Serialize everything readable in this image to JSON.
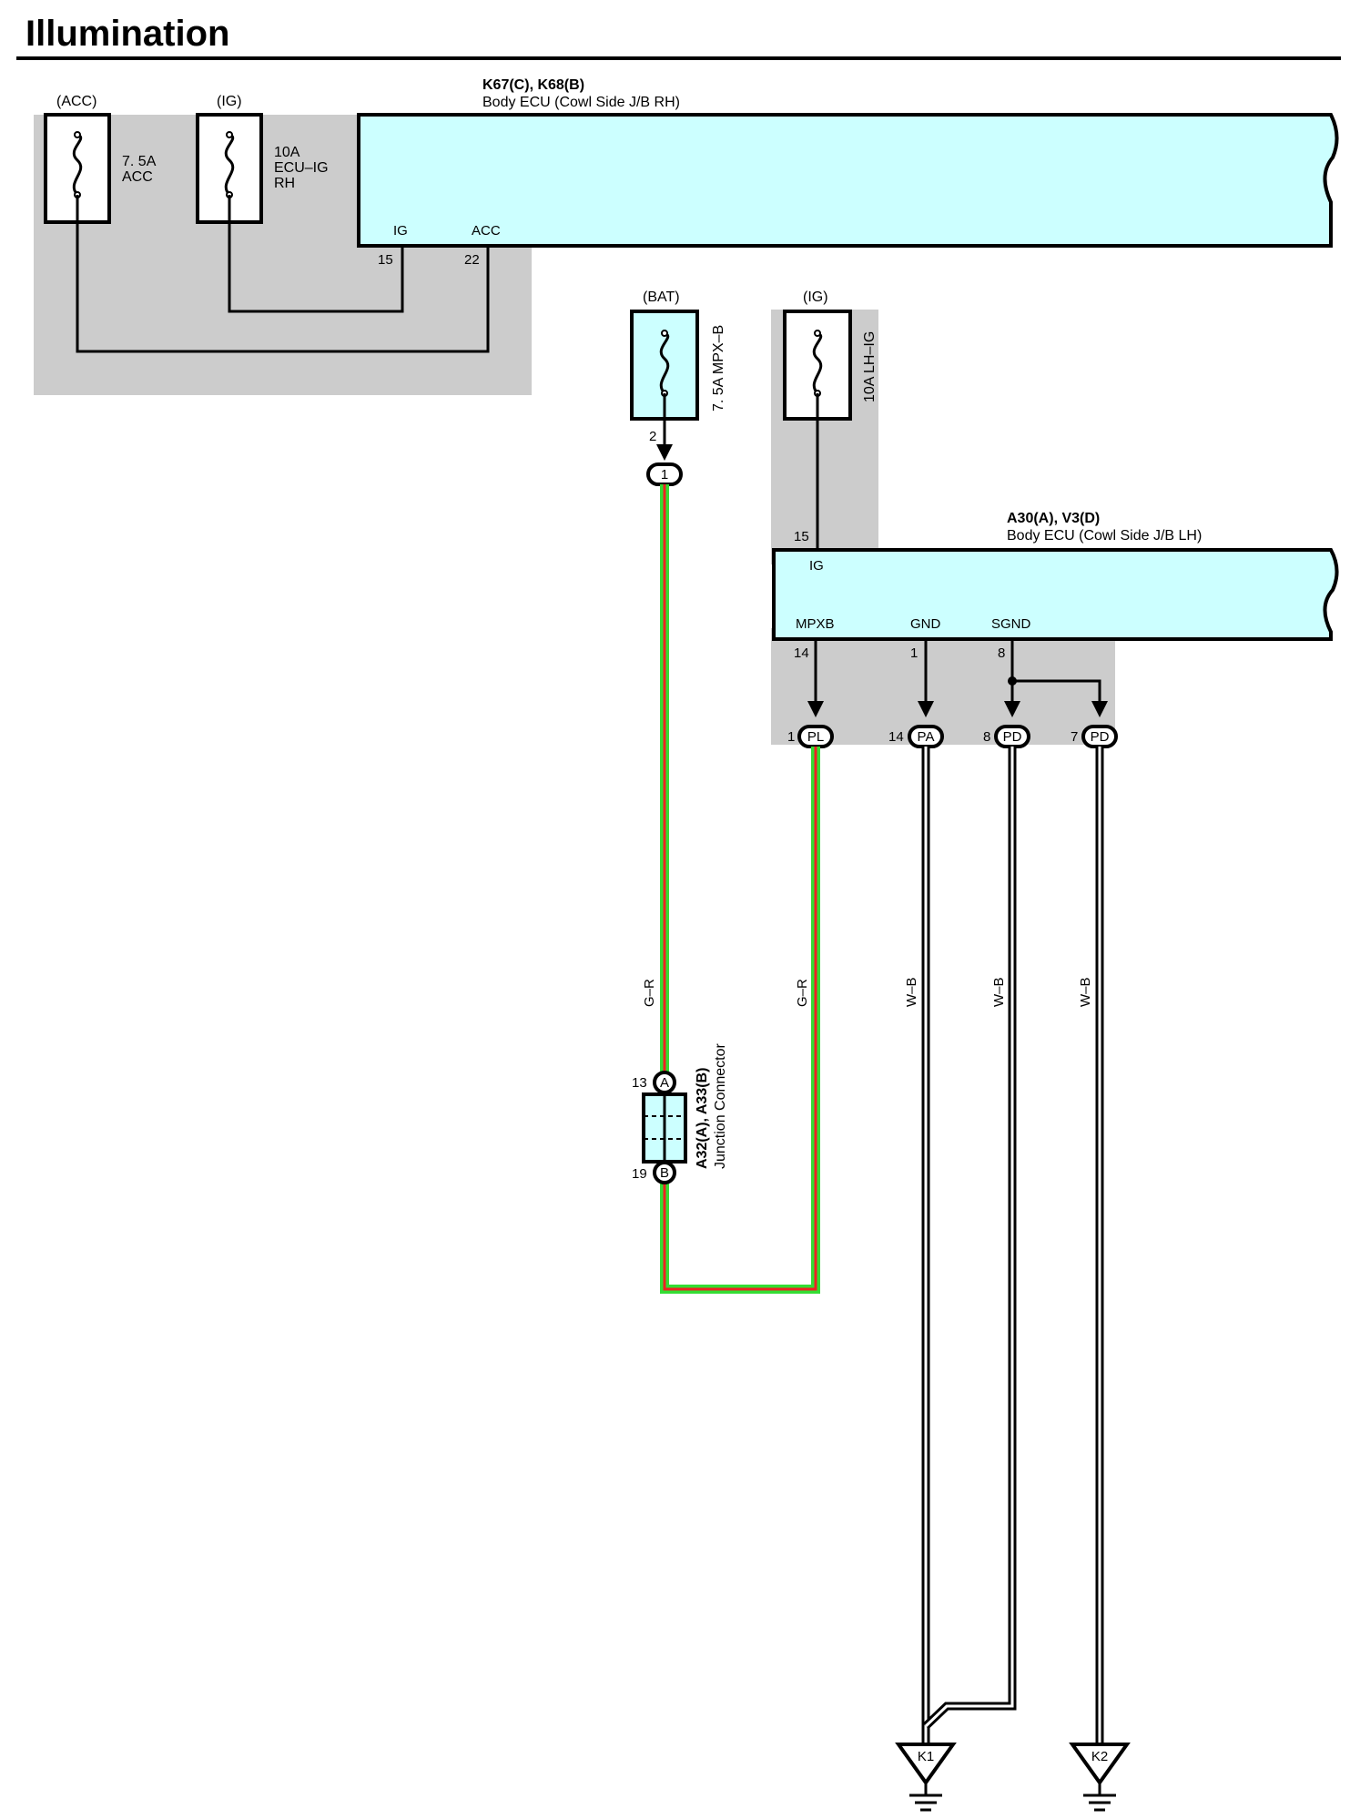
{
  "title": "Illumination",
  "ecu_rh": {
    "connector": "K67(C), K68(B)",
    "name": "Body ECU (Cowl Side J/B RH)",
    "pin_ig_label": "IG",
    "pin_acc_label": "ACC",
    "pin_ig_num": "15",
    "pin_acc_num": "22"
  },
  "ecu_lh": {
    "connector": "A30(A), V3(D)",
    "name": "Body ECU (Cowl Side J/B LH)",
    "pin_ig_label": "IG",
    "pin_ig_num": "15",
    "pin_mpxb_label": "MPXB",
    "pin_gnd_label": "GND",
    "pin_sgnd_label": "SGND",
    "pin_mpxb_num": "14",
    "pin_gnd_num": "1",
    "pin_sgnd_num": "8"
  },
  "fuses": {
    "acc": {
      "source": "(ACC)",
      "rating": "7. 5A",
      "name": "ACC"
    },
    "ecu_ig": {
      "source": "(IG)",
      "rating": "10A",
      "name_1": "ECU–IG",
      "name_2": "RH"
    },
    "mpx_b": {
      "source": "(BAT)",
      "label": "7. 5A MPX–B",
      "pin": "2"
    },
    "lh_ig": {
      "source": "(IG)",
      "label": "10A LH–IG"
    }
  },
  "connectors": {
    "c1": {
      "num": "1"
    },
    "pl": {
      "code": "PL",
      "pin": "1"
    },
    "pa": {
      "code": "PA",
      "pin": "14"
    },
    "pd8": {
      "code": "PD",
      "pin": "8"
    },
    "pd7": {
      "code": "PD",
      "pin": "7"
    }
  },
  "junction": {
    "name_1": "A32(A), A33(B)",
    "name_2": "Junction Connector",
    "pin_a_num": "13",
    "pin_a": "A",
    "pin_b_num": "19",
    "pin_b": "B"
  },
  "wires": {
    "gr_1": "G–R",
    "gr_2": "G–R",
    "wb_1": "W–B",
    "wb_2": "W–B",
    "wb_3": "W–B"
  },
  "grounds": {
    "k1": "K1",
    "k2": "K2"
  },
  "colors": {
    "ecu_fill": "#ccffff",
    "shade": "#cccccc",
    "fuse_fill_bat": "#ccffff",
    "wire_green": "#33dd33",
    "wire_red": "#ee2222"
  }
}
